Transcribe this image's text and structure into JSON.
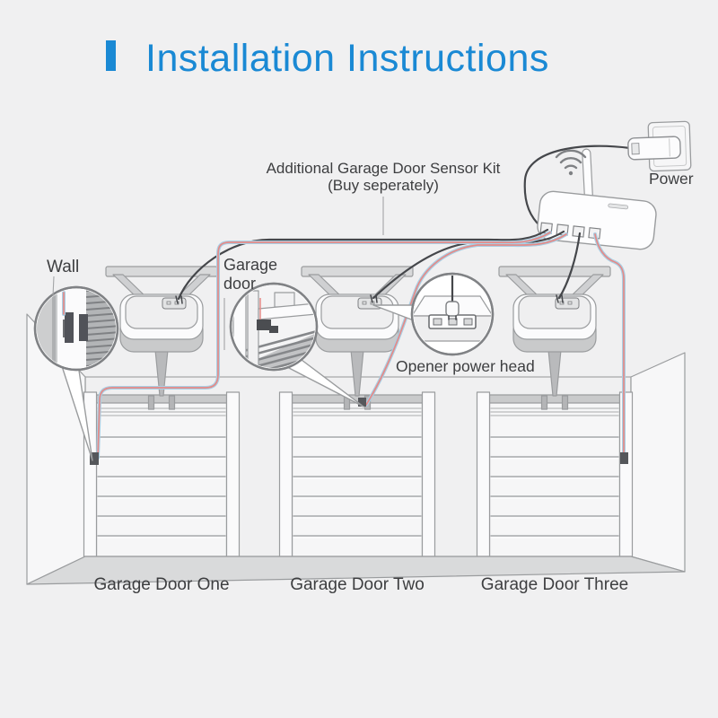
{
  "title": {
    "text": "Installation Instructions",
    "color": "#1a89d4",
    "bar_color": "#1a89d4"
  },
  "diagram": {
    "annotations": {
      "sensor_kit_line1": "Additional Garage Door Sensor Kit",
      "sensor_kit_line2": "(Buy seperately)",
      "power": "Power",
      "wall": "Wall",
      "garage_door_line1": "Garage",
      "garage_door_line2": "door",
      "opener_power_head": "Opener power head"
    },
    "door_labels": {
      "one": "Garage Door One",
      "two": "Garage Door Two",
      "three": "Garage Door Three"
    },
    "colors": {
      "background": "#f0f0f1",
      "outline": "#9a9c9e",
      "text": "#3d3e40",
      "wire_black": "#45474b",
      "wire_red": "#e58a87",
      "wire_blue": "#aacfe4",
      "floor": "#d9dadb"
    }
  }
}
